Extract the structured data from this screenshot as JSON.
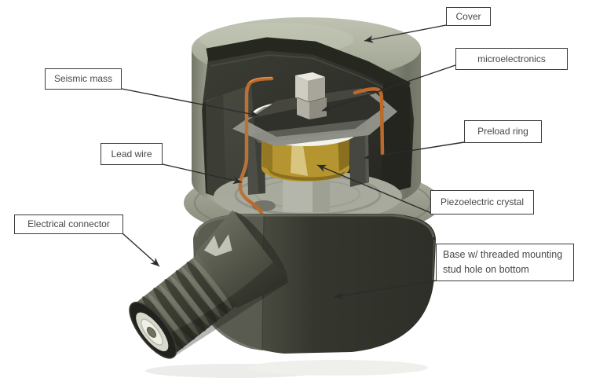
{
  "callouts": {
    "cover": {
      "label": "Cover"
    },
    "microelectronics": {
      "label": "microelectronics"
    },
    "seismic_mass": {
      "label": "Seismic mass"
    },
    "lead_wire": {
      "label": "Lead wire"
    },
    "electrical_connector": {
      "label": "Electrical connector"
    },
    "preload_ring": {
      "label": "Preload ring"
    },
    "piezoelectric_crystal": {
      "label": "Piezoelectric crystal"
    },
    "base": {
      "line1": "Base w/ threaded mounting",
      "line2": "stud hole on bottom"
    }
  },
  "colors": {
    "leader_line": "#2b2b2b",
    "cover_body": "#a7ab9a",
    "interior_dark": "#2b2c25",
    "seismic_mass_dark": "#30312b",
    "ceramic_ring_white": "#f3f3ec",
    "piezo_crystal_gold": "#b5952f",
    "lead_wire_copper": "#bc6a2b",
    "base_dark": "#3a3b32",
    "connector_tip_black": "#21221d",
    "connector_insert_white": "#d7d7cc"
  }
}
